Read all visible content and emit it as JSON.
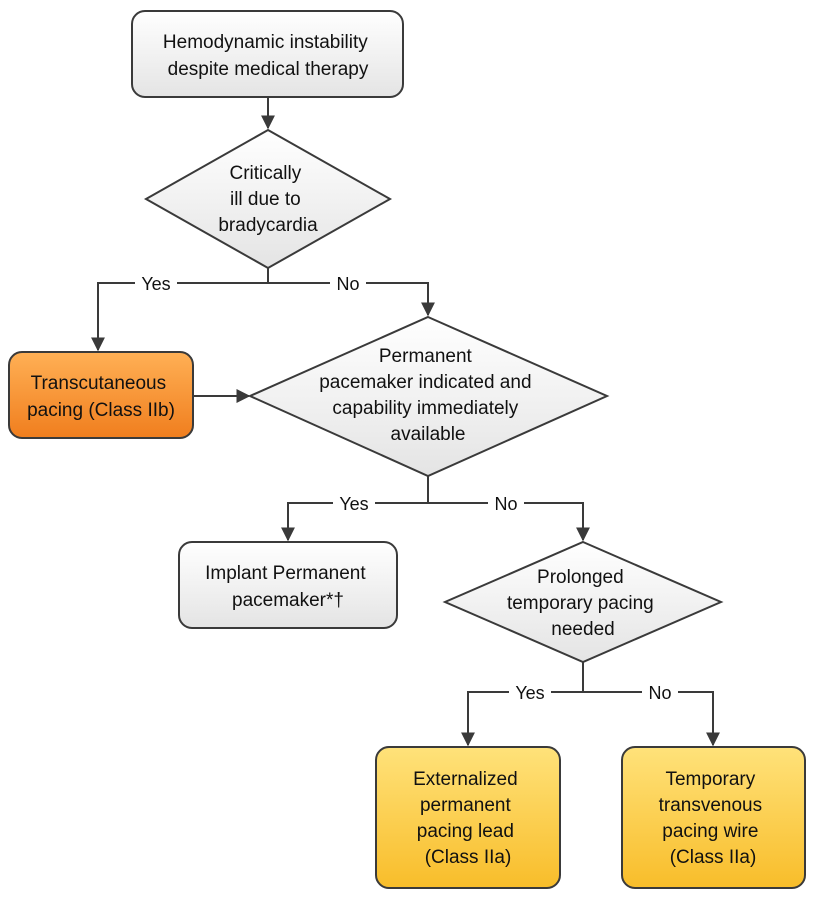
{
  "nodes": {
    "start": {
      "lines": [
        "Hemodynamic instability",
        "despite medical therapy"
      ]
    },
    "critically_ill": {
      "lines": [
        "Critically",
        "ill due to",
        "bradycardia"
      ]
    },
    "transcutaneous": {
      "lines": [
        "Transcutaneous",
        "pacing (Class IIb)"
      ]
    },
    "permanent_indicated": {
      "lines": [
        "Permanent",
        "pacemaker indicated and",
        "capability immediately",
        "available"
      ]
    },
    "implant_permanent": {
      "lines": [
        "Implant Permanent",
        "pacemaker*†"
      ]
    },
    "prolonged_temporary": {
      "lines": [
        "Prolonged",
        "temporary pacing",
        "needed"
      ]
    },
    "externalized": {
      "lines": [
        "Externalized",
        "permanent",
        "pacing lead",
        "(Class IIa)"
      ]
    },
    "temporary_transvenous": {
      "lines": [
        "Temporary",
        "transvenous",
        "pacing wire",
        "(Class IIa)"
      ]
    }
  },
  "edges": {
    "critically_yes": "Yes",
    "critically_no": "No",
    "permanent_yes": "Yes",
    "permanent_no": "No",
    "prolonged_yes": "Yes",
    "prolonged_no": "No"
  },
  "colors": {
    "gray_fill_top": "#ffffff",
    "gray_fill_bottom": "#e4e4e4",
    "orange_fill_top": "#ffb055",
    "orange_fill_bottom": "#f07e1e",
    "yellow_fill_top": "#ffe27a",
    "yellow_fill_bottom": "#f8bd2a",
    "stroke": "#3a3a3a"
  }
}
